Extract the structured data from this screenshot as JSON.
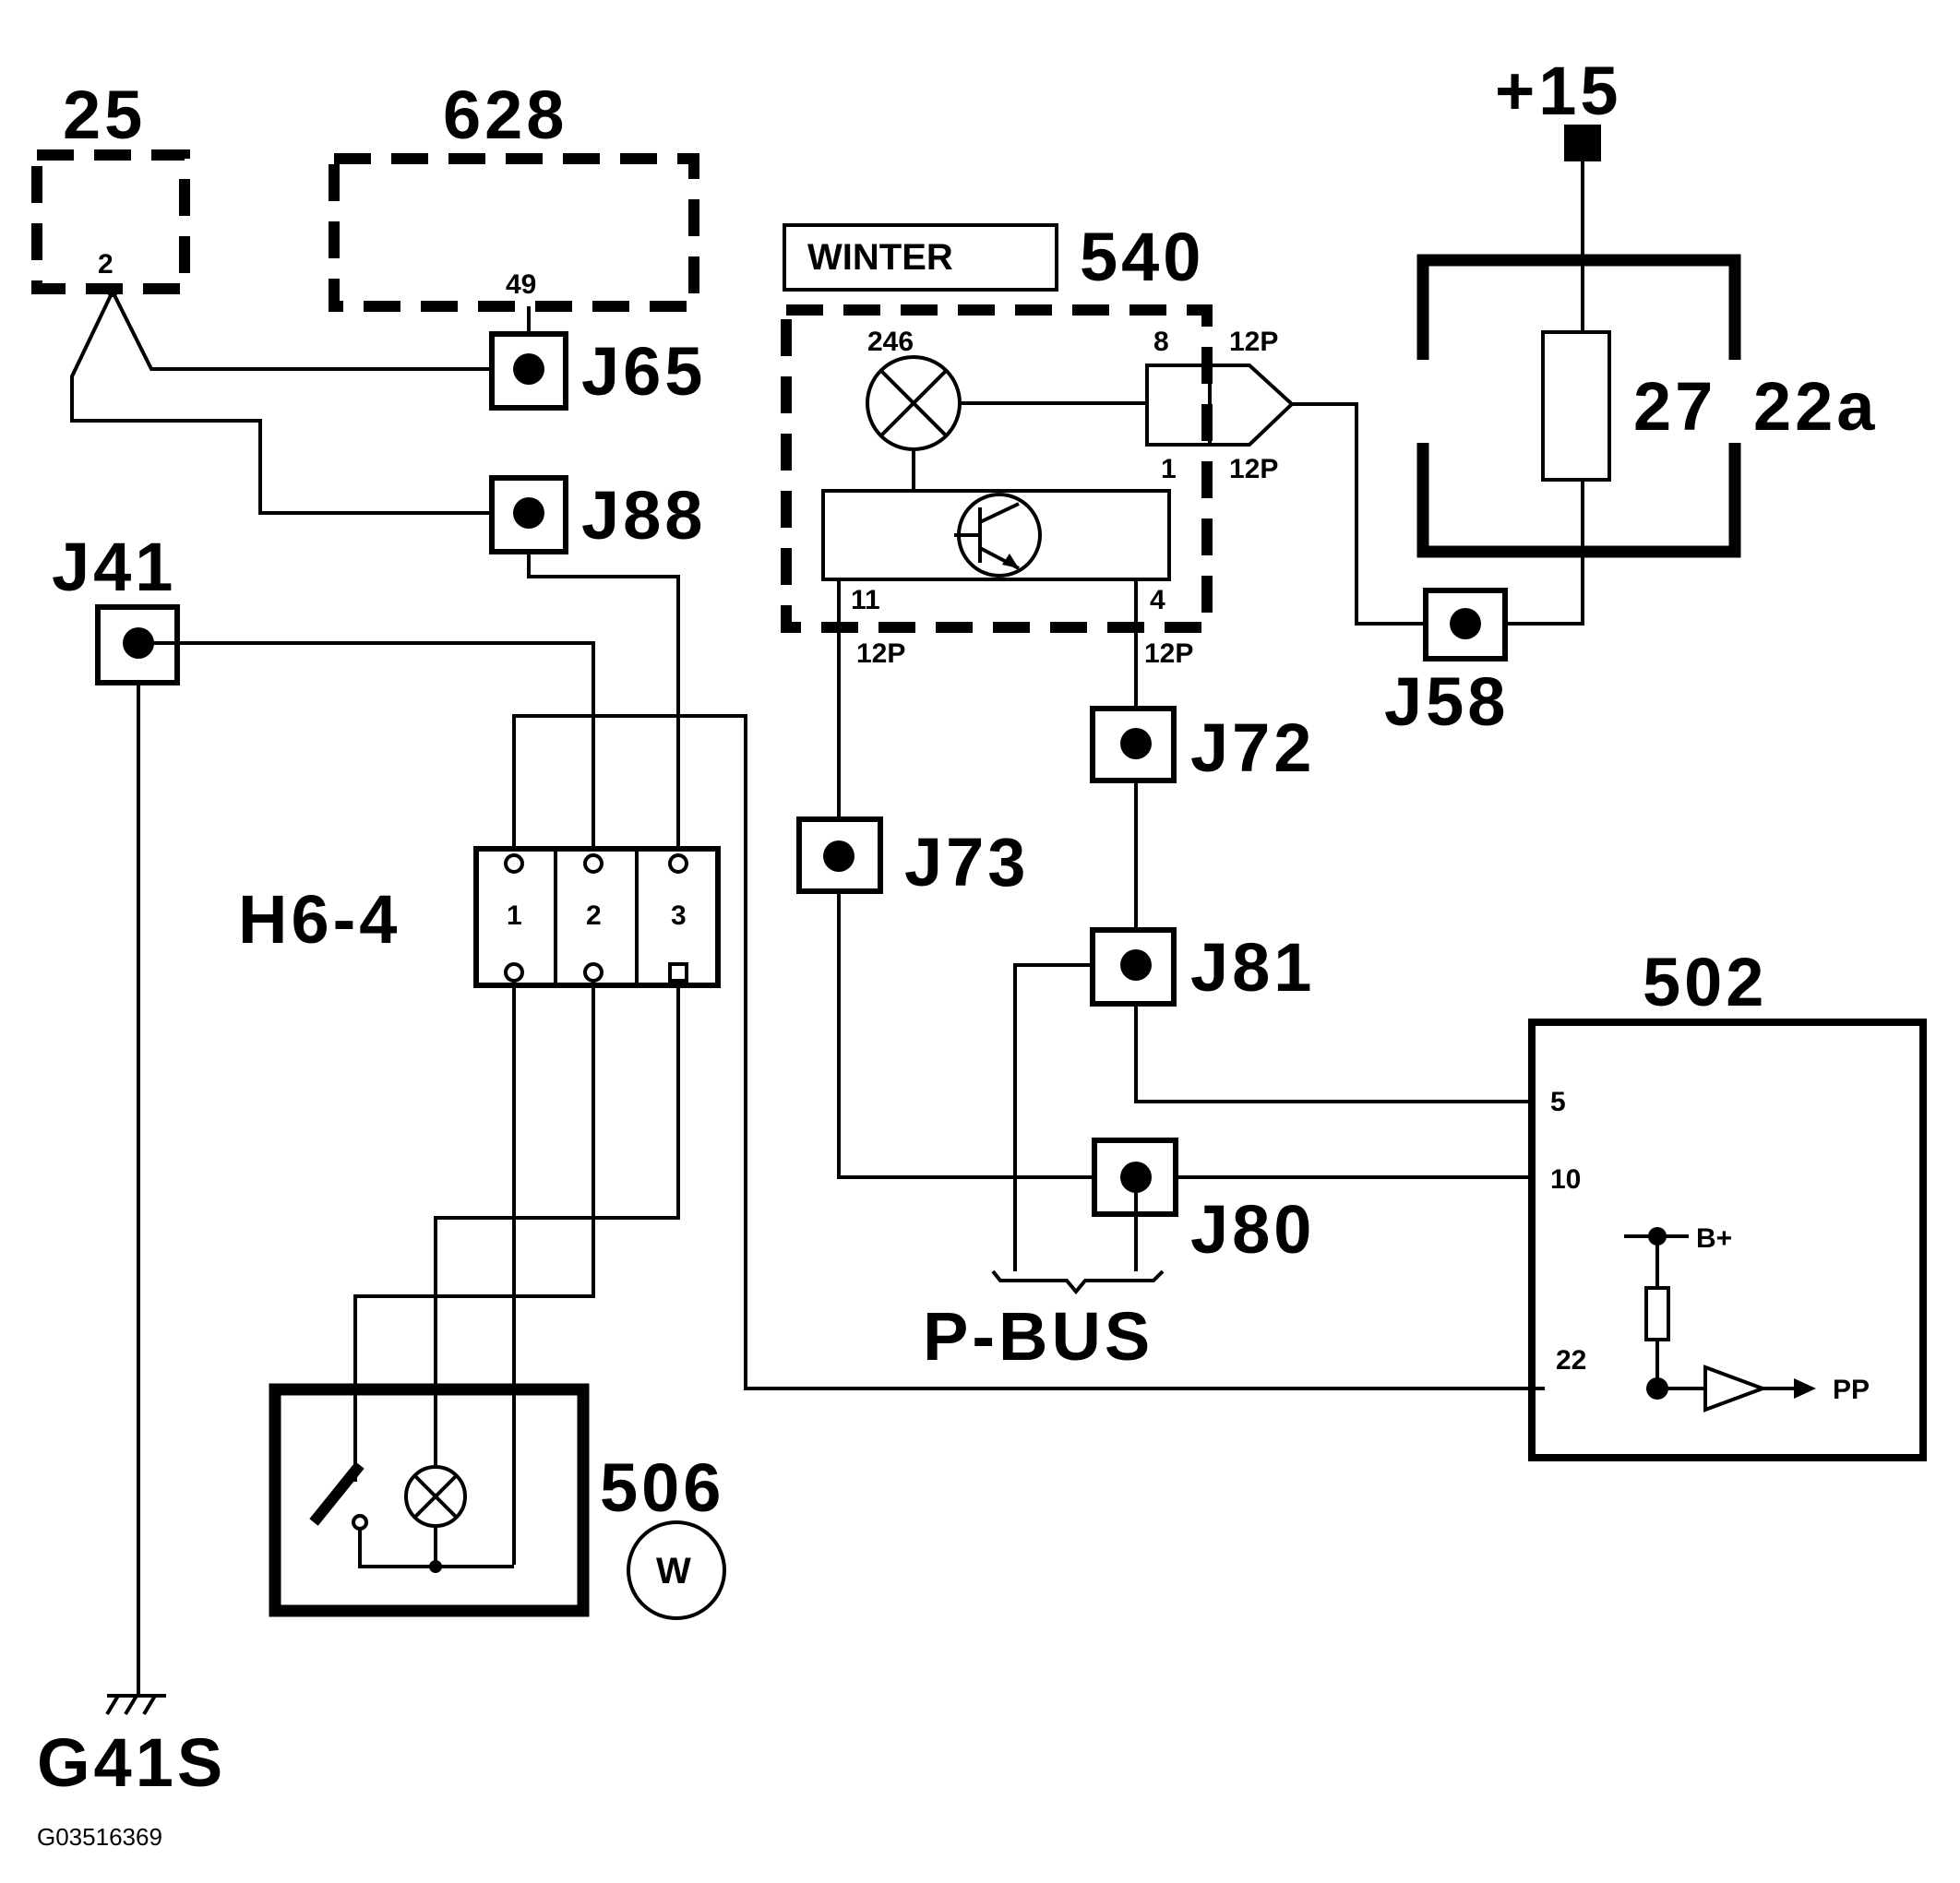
{
  "components": {
    "c25": {
      "ref": "25",
      "pin": "2"
    },
    "c628": {
      "ref": "628",
      "pin": "49"
    },
    "c540": {
      "ref": "540",
      "tag": "WINTER",
      "lamp_pin": "246",
      "pin_out": "8",
      "pin_in": "1",
      "pin_a": "11",
      "pin_b": "4"
    },
    "c22a": {
      "ref": "22a",
      "fuse": "27"
    },
    "supply": {
      "label": "+15"
    },
    "c502": {
      "ref": "502",
      "pin_5": "5",
      "pin_10": "10",
      "pin_22": "22",
      "pull_up": "B+",
      "out": "PP"
    },
    "h6": {
      "ref": "H6-4",
      "pins": [
        "1",
        "2",
        "3"
      ]
    },
    "c506": {
      "ref": "506",
      "symbol": "W"
    },
    "ground": {
      "ref": "G41S"
    },
    "bus": {
      "label": "P-BUS"
    }
  },
  "connector_code": "12P",
  "junctions": {
    "j65": "J65",
    "j88": "J88",
    "j41": "J41",
    "j58": "J58",
    "j72": "J72",
    "j73": "J73",
    "j81": "J81",
    "j80": "J80"
  },
  "image_id": "G03516369"
}
